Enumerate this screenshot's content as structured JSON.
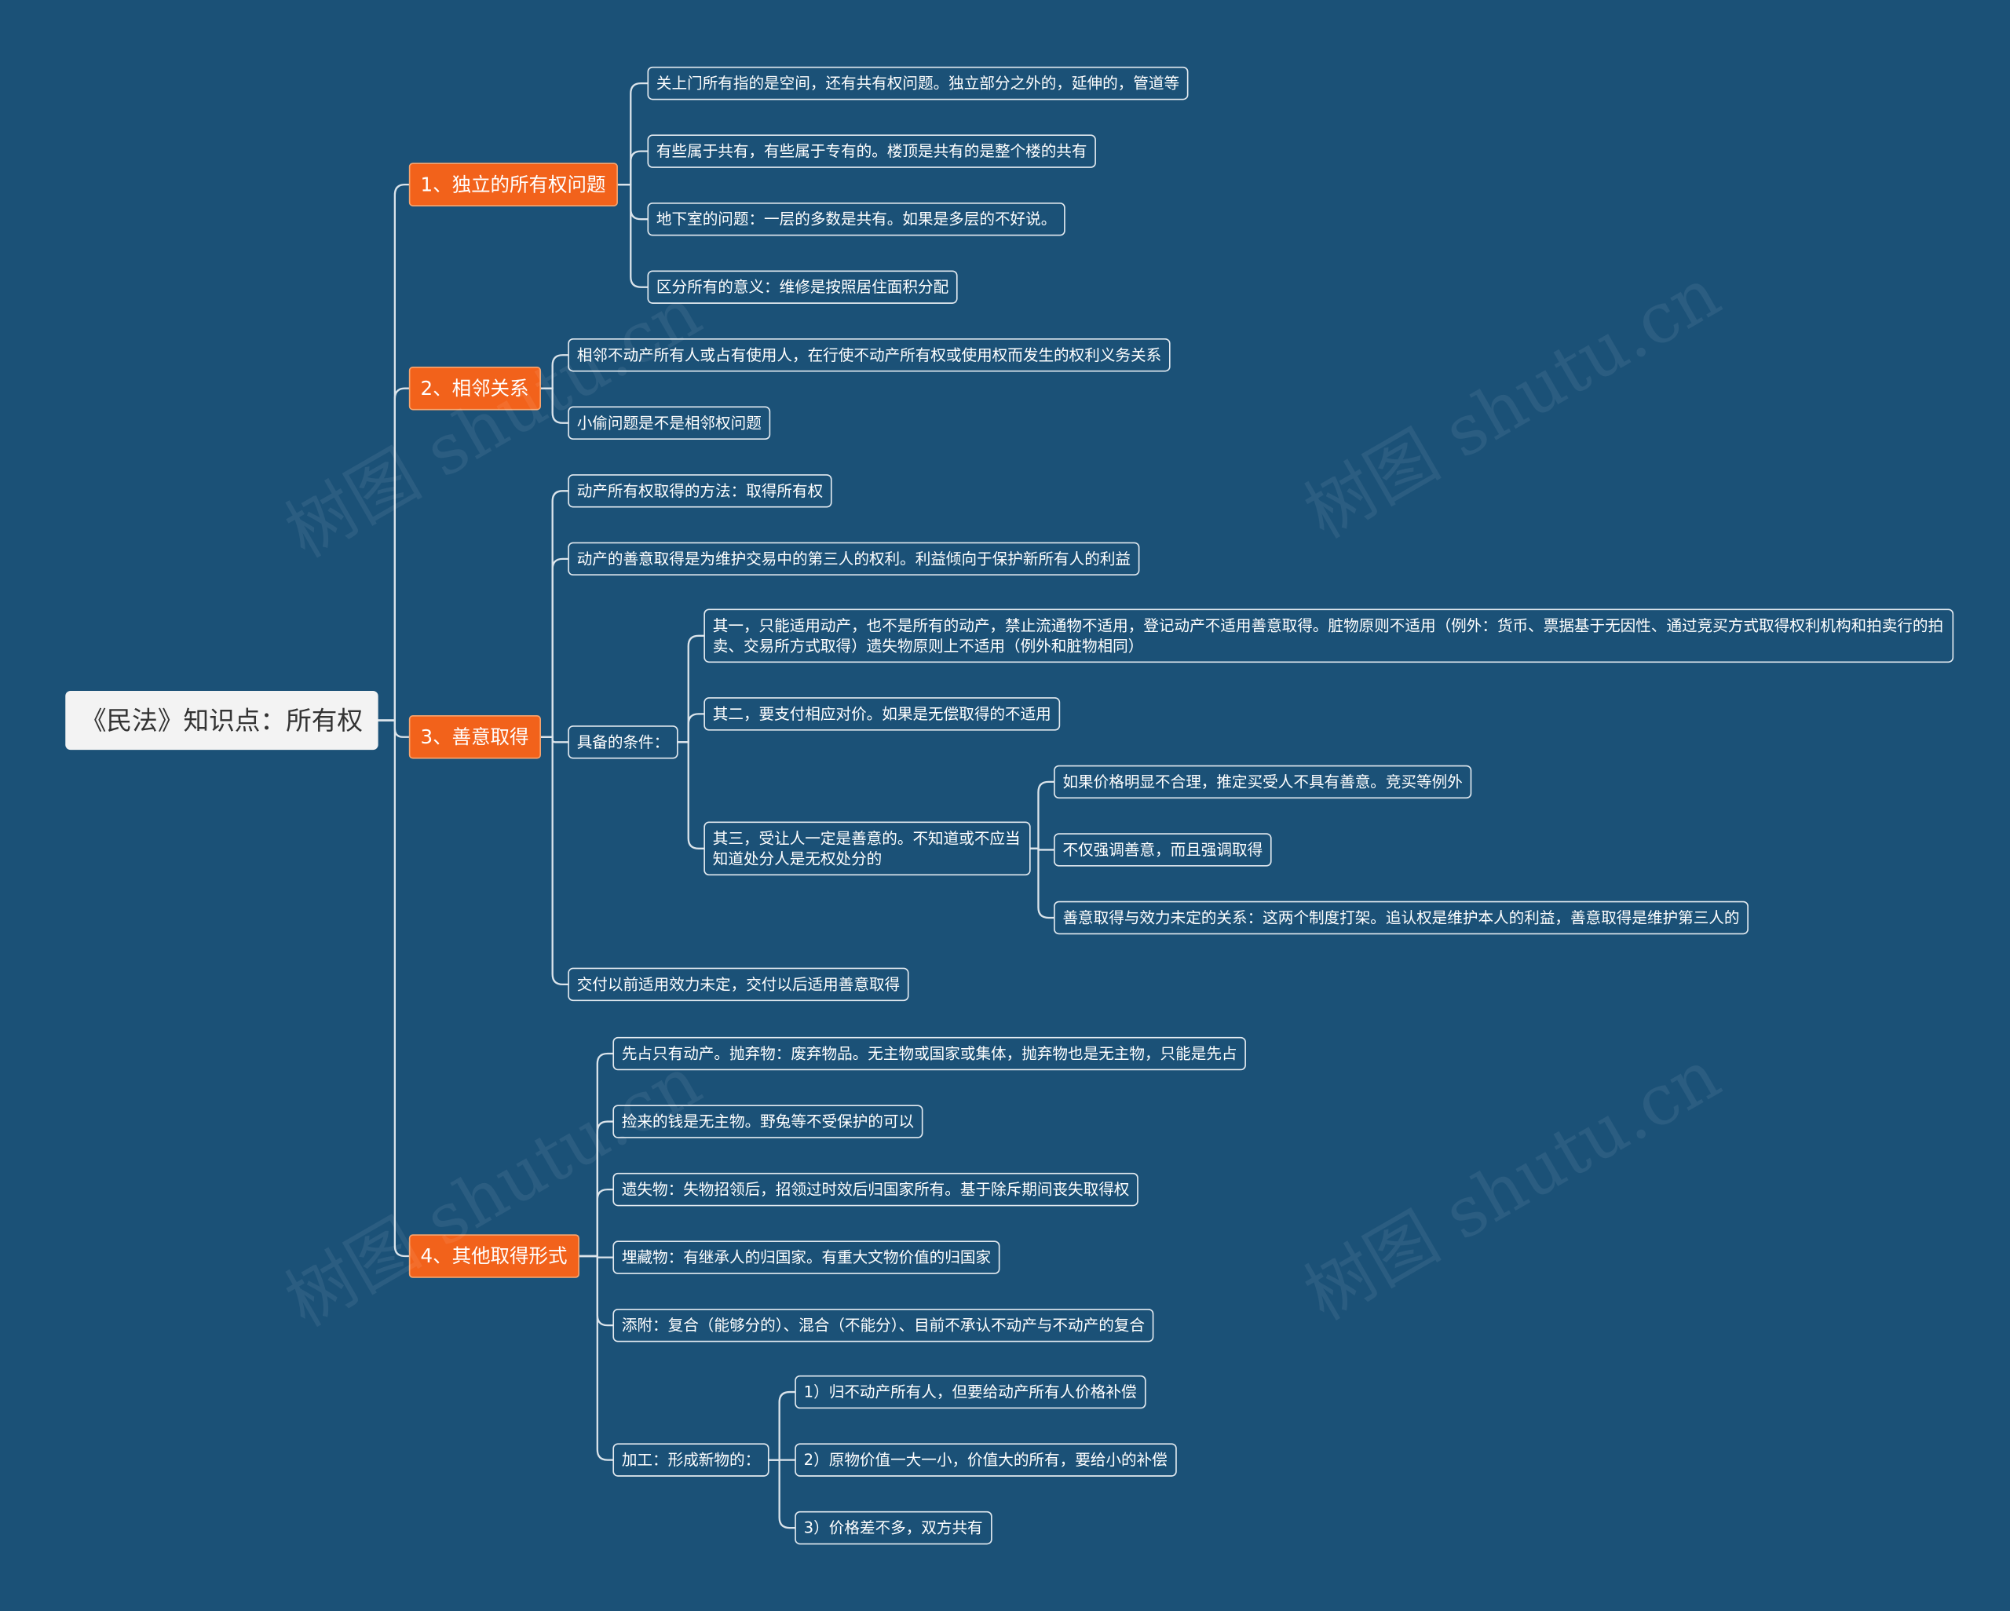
{
  "root": {
    "label": "《民法》知识点：所有权"
  },
  "branches": [
    {
      "label": "1、独立的所有权问题",
      "children": [
        {
          "label": "关上门所有指的是空间，还有共有权问题。独立部分之外的，延伸的，管道等"
        },
        {
          "label": "有些属于共有，有些属于专有的。楼顶是共有的是整个楼的共有"
        },
        {
          "label": "地下室的问题：一层的多数是共有。如果是多层的不好说。"
        },
        {
          "label": "区分所有的意义：维修是按照居住面积分配"
        }
      ]
    },
    {
      "label": "2、相邻关系",
      "children": [
        {
          "label": "相邻不动产所有人或占有使用人，在行使不动产所有权或使用权而发生的权利义务关系"
        },
        {
          "label": "小偷问题是不是相邻权问题"
        }
      ]
    },
    {
      "label": "3、善意取得",
      "children": [
        {
          "label": "动产所有权取得的方法：取得所有权"
        },
        {
          "label": "动产的善意取得是为维护交易中的第三人的权利。利益倾向于保护新所有人的利益"
        },
        {
          "label": "具备的条件：",
          "children": [
            {
              "label": "其一，只能适用动产，也不是所有的动产，禁止流通物不适用，登记动产不适用善意取得。脏物原则不适用（例外：货币、票据基于无因性、通过竞买方式取得权利机构和拍卖行的拍卖、交易所方式取得）遗失物原则上不适用（例外和脏物相同）"
            },
            {
              "label": "其二，要支付相应对价。如果是无偿取得的不适用"
            },
            {
              "label": "其三，受让人一定是善意的。不知道或不应当知道处分人是无权处分的",
              "children": [
                {
                  "label": "如果价格明显不合理，推定买受人不具有善意。竞买等例外"
                },
                {
                  "label": "不仅强调善意，而且强调取得"
                },
                {
                  "label": "善意取得与效力未定的关系：这两个制度打架。追认权是维护本人的利益，善意取得是维护第三人的"
                }
              ]
            }
          ]
        },
        {
          "label": "交付以前适用效力未定，交付以后适用善意取得"
        }
      ]
    },
    {
      "label": "4、其他取得形式",
      "children": [
        {
          "label": "先占只有动产。抛弃物：废弃物品。无主物或国家或集体，抛弃物也是无主物，只能是先占"
        },
        {
          "label": "捡来的钱是无主物。野兔等不受保护的可以"
        },
        {
          "label": "遗失物：失物招领后，招领过时效后归国家所有。基于除斥期间丧失取得权"
        },
        {
          "label": "埋藏物：有继承人的归国家。有重大文物价值的归国家"
        },
        {
          "label": "添附：复合（能够分的）、混合（不能分）、目前不承认不动产与不动产的复合"
        },
        {
          "label": "加工：形成新物的：",
          "children": [
            {
              "label": "1）归不动产所有人，但要给动产所有人价格补偿"
            },
            {
              "label": "2）原物价值一大一小，价值大的所有，要给小的补偿"
            },
            {
              "label": "3）价格差不多，双方共有"
            }
          ]
        }
      ]
    }
  ],
  "watermark": "树图 shutu.cn",
  "colors": {
    "background": "#1b5177",
    "branch_fill": "#f2621b",
    "root_fill": "#f3f3f3",
    "line": "#dbe4eb"
  }
}
